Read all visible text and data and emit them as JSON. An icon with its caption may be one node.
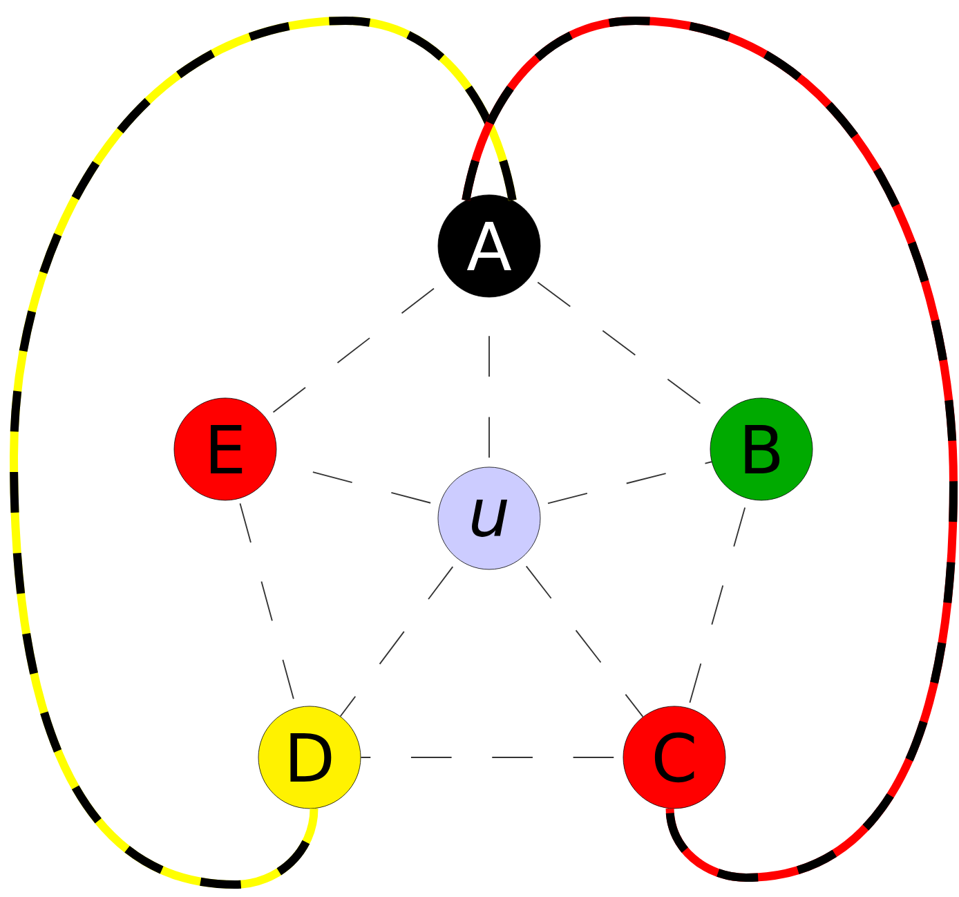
{
  "diagram": {
    "nodes": [
      {
        "text": [
          "A"
        ]
      },
      {
        "text": [
          "B"
        ]
      },
      {
        "text": [
          "C"
        ]
      },
      {
        "text": [
          "D"
        ]
      },
      {
        "text": [
          "E"
        ]
      },
      {
        "text": [
          "u"
        ]
      }
    ],
    "edges": [
      {
        "from": 0,
        "to": 1,
        "arrow": "none",
        "style": "dashed"
      },
      {
        "from": 1,
        "to": 2,
        "arrow": "none",
        "style": "dashed"
      },
      {
        "from": 2,
        "to": 3,
        "arrow": "none",
        "style": "dashed"
      },
      {
        "from": 3,
        "to": 4,
        "arrow": "none",
        "style": "dashed"
      },
      {
        "from": 4,
        "to": 0,
        "arrow": "none",
        "style": "dashed"
      },
      {
        "from": 5,
        "to": 0,
        "arrow": "none",
        "style": "dashed"
      },
      {
        "from": 5,
        "to": 1,
        "arrow": "none",
        "style": "dashed"
      },
      {
        "from": 5,
        "to": 2,
        "arrow": "none",
        "style": "dashed"
      },
      {
        "from": 5,
        "to": 3,
        "arrow": "none",
        "style": "dashed"
      },
      {
        "from": 5,
        "to": 4,
        "arrow": "none",
        "style": "dashed"
      },
      {
        "from": 0,
        "to": 3,
        "arrow": "none",
        "style": "thick",
        "color": "#ffff00"
      },
      {
        "from": 0,
        "to": 2,
        "arrow": "none",
        "style": "thick",
        "color": "#ff0000"
      }
    ]
  }
}
